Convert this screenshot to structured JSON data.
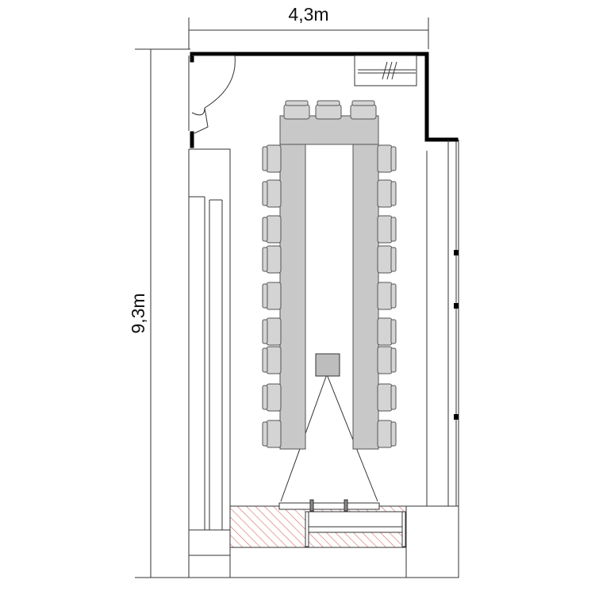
{
  "dimensions": {
    "width_label": "4,3m",
    "height_label": "9,3m"
  },
  "room": {
    "chairs_top_count": 3,
    "chairs_left_count": 9,
    "chairs_right_count": 9
  },
  "colors": {
    "wall": "#000000",
    "line": "#333333",
    "table": "#c8c8c8",
    "chair": "#d4d4d4",
    "hatch": "#d46a6a"
  }
}
